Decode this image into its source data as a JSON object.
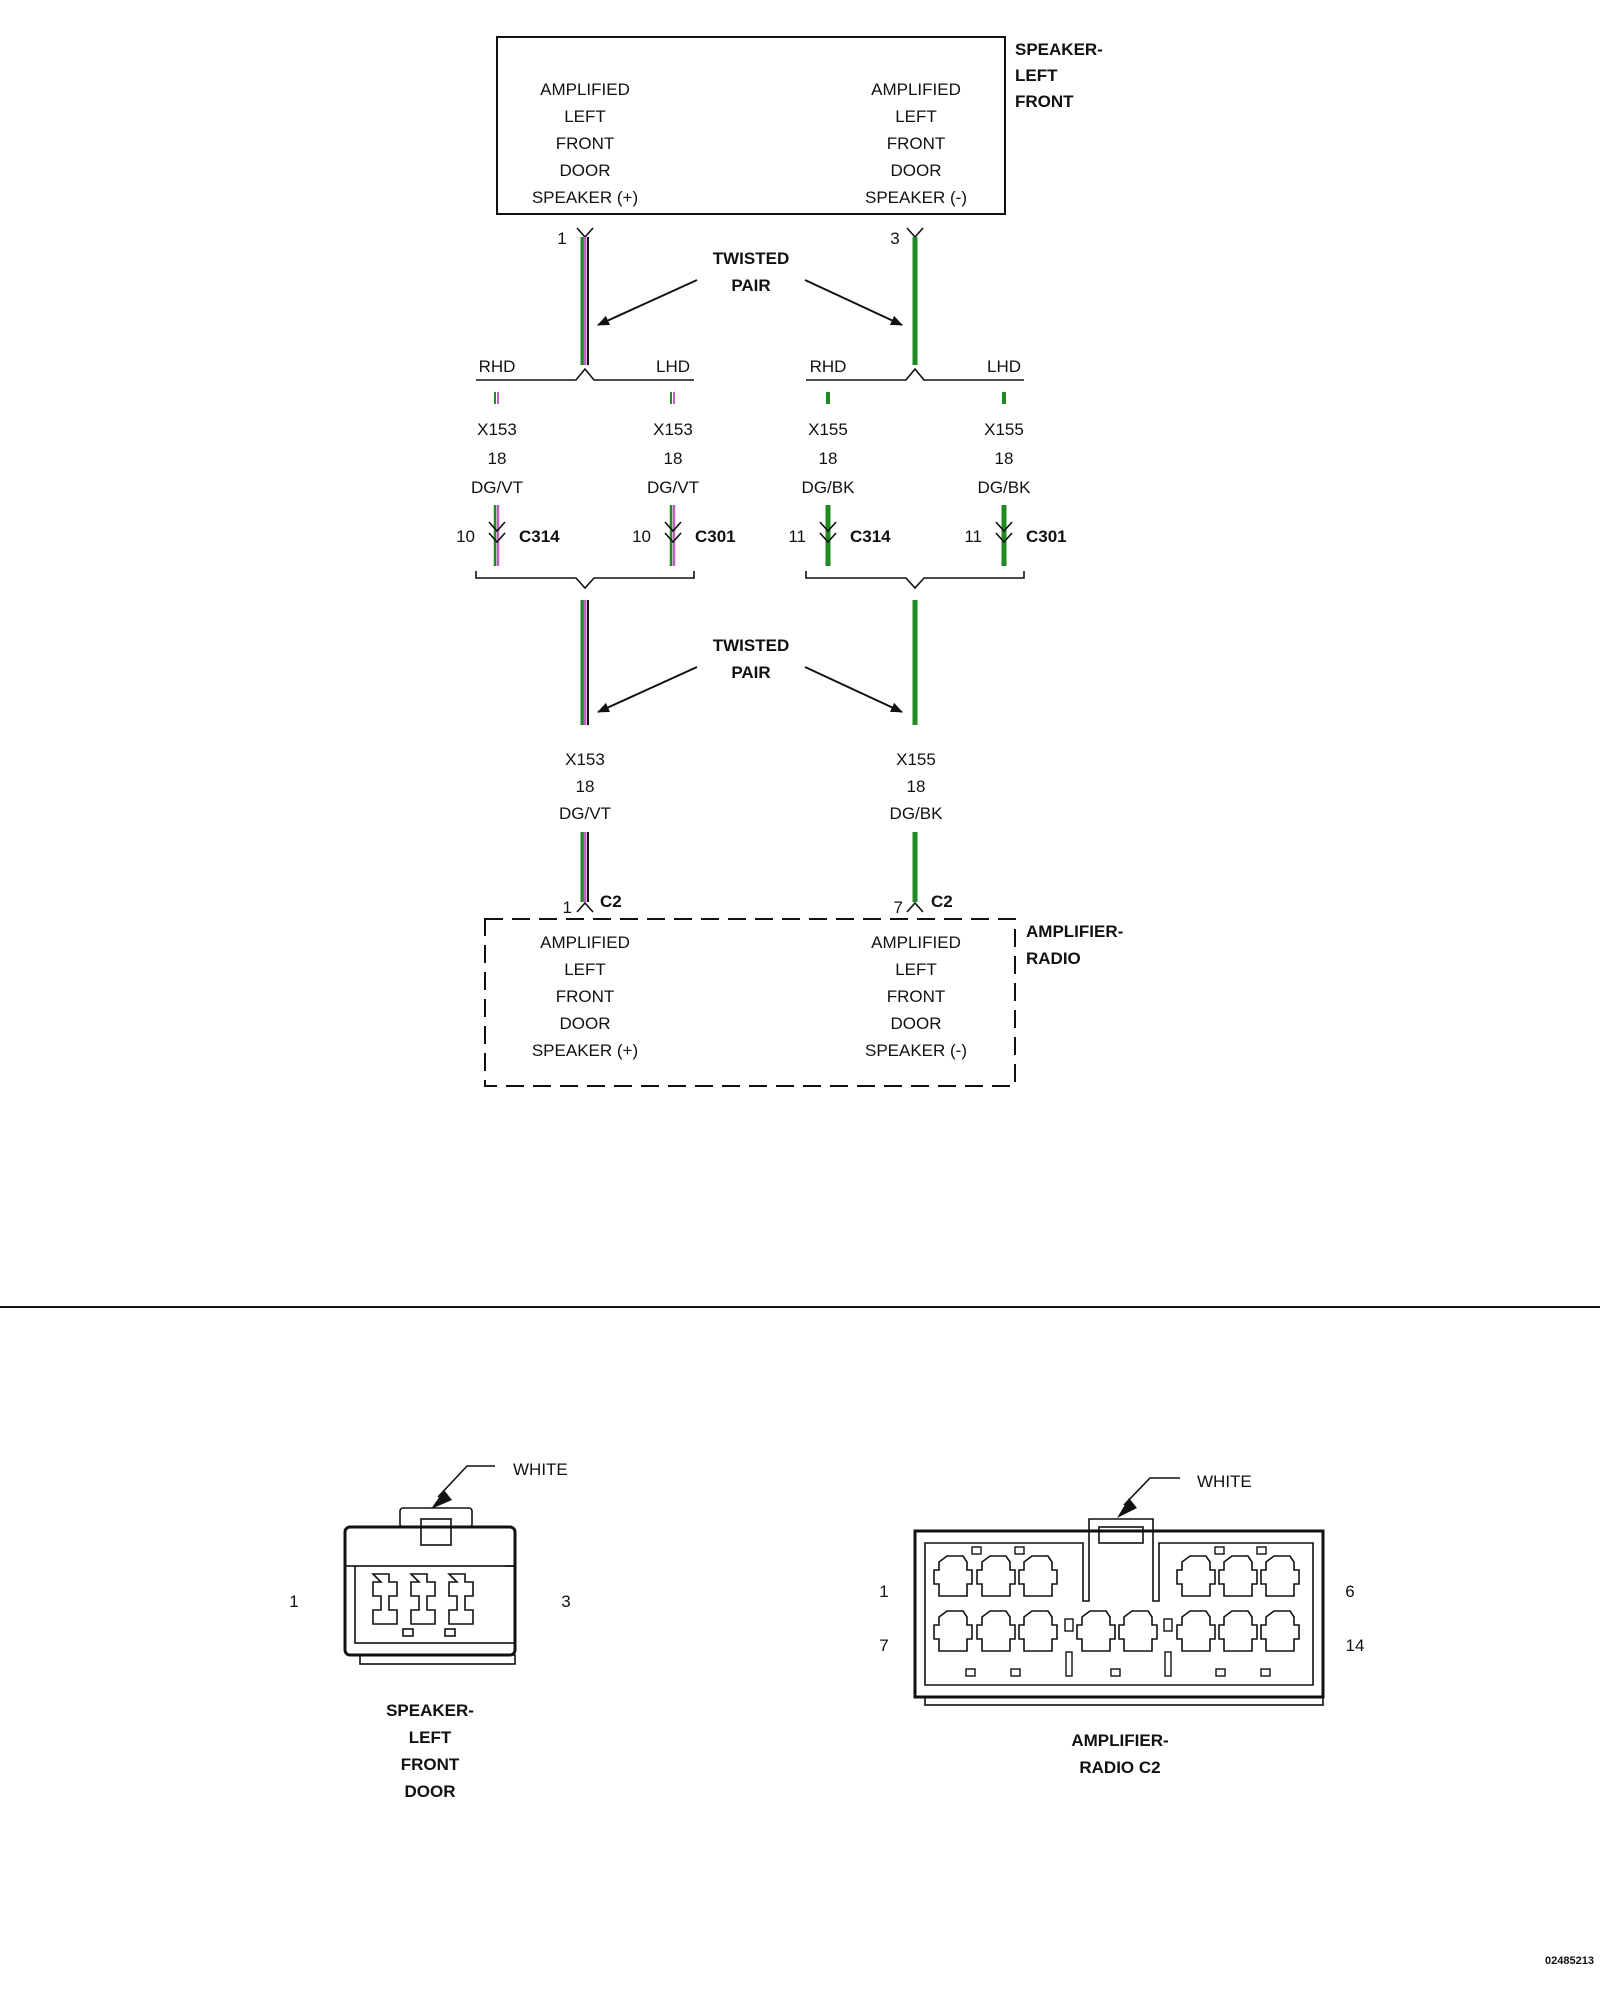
{
  "colors": {
    "line": "#111111",
    "green": "#1f8a1f",
    "violet": "#c060c0",
    "black_tracer": "#111111"
  },
  "speaker": {
    "title": [
      "SPEAKER-",
      "LEFT",
      "FRONT"
    ],
    "left_lines": [
      "AMPLIFIED",
      "LEFT",
      "FRONT",
      "DOOR",
      "SPEAKER (+)"
    ],
    "right_lines": [
      "AMPLIFIED",
      "LEFT",
      "FRONT",
      "DOOR",
      "SPEAKER (-)"
    ],
    "pin_left": "1",
    "pin_right": "3"
  },
  "twisted_pair": [
    "TWISTED",
    "PAIR"
  ],
  "branches": {
    "rhd": "RHD",
    "lhd": "LHD",
    "circuits": [
      {
        "circuit": "X153",
        "gauge": "18",
        "color": "DG/VT",
        "pin": "10",
        "connector": "C314"
      },
      {
        "circuit": "X153",
        "gauge": "18",
        "color": "DG/VT",
        "pin": "10",
        "connector": "C301"
      },
      {
        "circuit": "X155",
        "gauge": "18",
        "color": "DG/BK",
        "pin": "11",
        "connector": "C314"
      },
      {
        "circuit": "X155",
        "gauge": "18",
        "color": "DG/BK",
        "pin": "11",
        "connector": "C301"
      }
    ]
  },
  "lower_wires": [
    {
      "circuit": "X153",
      "gauge": "18",
      "color": "DG/VT",
      "pin": "1",
      "connector": "C2"
    },
    {
      "circuit": "X155",
      "gauge": "18",
      "color": "DG/BK",
      "pin": "7",
      "connector": "C2"
    }
  ],
  "amplifier": {
    "title": [
      "AMPLIFIER-",
      "RADIO"
    ],
    "left_lines": [
      "AMPLIFIED",
      "LEFT",
      "FRONT",
      "DOOR",
      "SPEAKER (+)"
    ],
    "right_lines": [
      "AMPLIFIED",
      "LEFT",
      "FRONT",
      "DOOR",
      "SPEAKER (-)"
    ]
  },
  "connector_views": {
    "speaker_connector": {
      "color_label": "WHITE",
      "pin_first": "1",
      "pin_last": "3",
      "caption": [
        "SPEAKER-",
        "LEFT",
        "FRONT",
        "DOOR"
      ]
    },
    "amplifier_connector": {
      "color_label": "WHITE",
      "pin_top_left": "1",
      "pin_top_right": "6",
      "pin_bottom_left": "7",
      "pin_bottom_right": "14",
      "caption": [
        "AMPLIFIER-",
        "RADIO C2"
      ]
    }
  },
  "figure_number": "02485213"
}
